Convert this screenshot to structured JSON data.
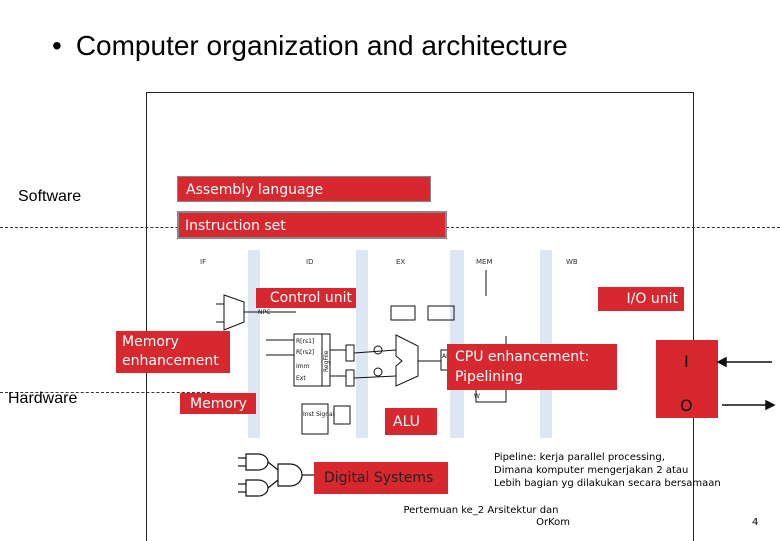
{
  "slide": {
    "title": "Computer organization and architecture",
    "bullet": "•"
  },
  "labels": {
    "software": "Software",
    "hardware": "Hardware"
  },
  "boxes": {
    "assembly": "Assembly language",
    "instruction_set": "Instruction set",
    "control_unit": "Control unit",
    "io_unit": "I/O unit",
    "memory_enh_1": "Memory",
    "memory_enh_2": "enhancement",
    "memory": "Memory",
    "cpu_enh_1": "CPU enhancement:",
    "cpu_enh_2": "Pipelining",
    "alu": "ALU",
    "digital": "Digital Systems"
  },
  "io": {
    "i": "I",
    "o": "O"
  },
  "pipeline_stages": [
    "IF",
    "ID",
    "EX",
    "MEM",
    "WB"
  ],
  "diagram_text": {
    "npc": "NPC",
    "rs1": "R[rs1]",
    "rs2": "R[rs2]",
    "regfile": "RegFile",
    "imm": "Imm",
    "ext": "Ext",
    "aluout": "ALU out",
    "w": "W",
    "sign": "Inst Signal"
  },
  "pipeline_note": {
    "line1": "Pipeline: kerja parallel processing,",
    "line2": "Dimana komputer mengerjakan 2 atau",
    "line3": "Lebih bagian yg dilakukan secara bersamaan"
  },
  "footer": {
    "line1": "Pertemuan ke_2 Arsitektur dan",
    "line2": "OrKom",
    "page": "4"
  },
  "colors": {
    "accent_red": "#d7282f",
    "stage_band": "#dde6f3"
  }
}
